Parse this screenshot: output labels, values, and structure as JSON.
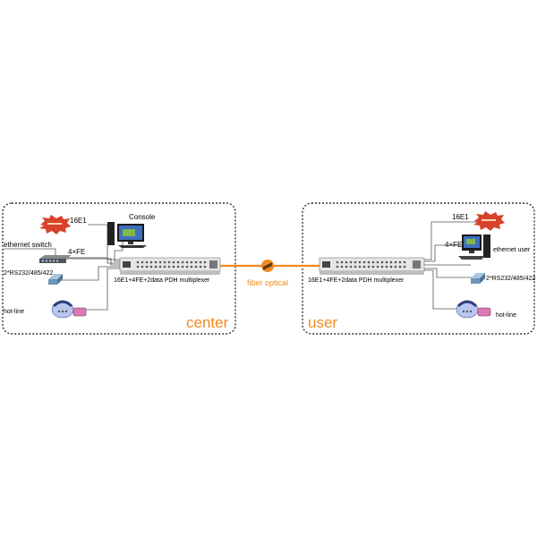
{
  "colors": {
    "fiber": "#f08a1c",
    "zone_label": "#f08a1c",
    "burst": "#d9422a",
    "frame": "#333333"
  },
  "center": {
    "zone_label": "center",
    "e1_label": "16E1",
    "console_label": "Console",
    "switch_label": "ethernet  switch",
    "fe_label": "4×FE",
    "serial_label": "2*RS232/485/422",
    "hotline_label": "hot-line",
    "device_label": "16E1+4FE+2data PDH multiplexer"
  },
  "link": {
    "label": "fiber optical"
  },
  "user": {
    "zone_label": "user",
    "e1_label": "16E1",
    "fe_label": "4×FE",
    "ethernet_user_label": "ethernet user",
    "serial_label": "2*RS232/485/422",
    "hotline_label": "hot-line",
    "device_label": "16E1+4FE+2data PDH multiplexer"
  },
  "icons": [
    "e1-burst-icon",
    "console-pc-icon",
    "ethernet-switch-icon",
    "serial-modem-icon",
    "telephone-icon",
    "pdh-multiplexer-icon",
    "fiber-connector-icon",
    "computer-icon"
  ]
}
